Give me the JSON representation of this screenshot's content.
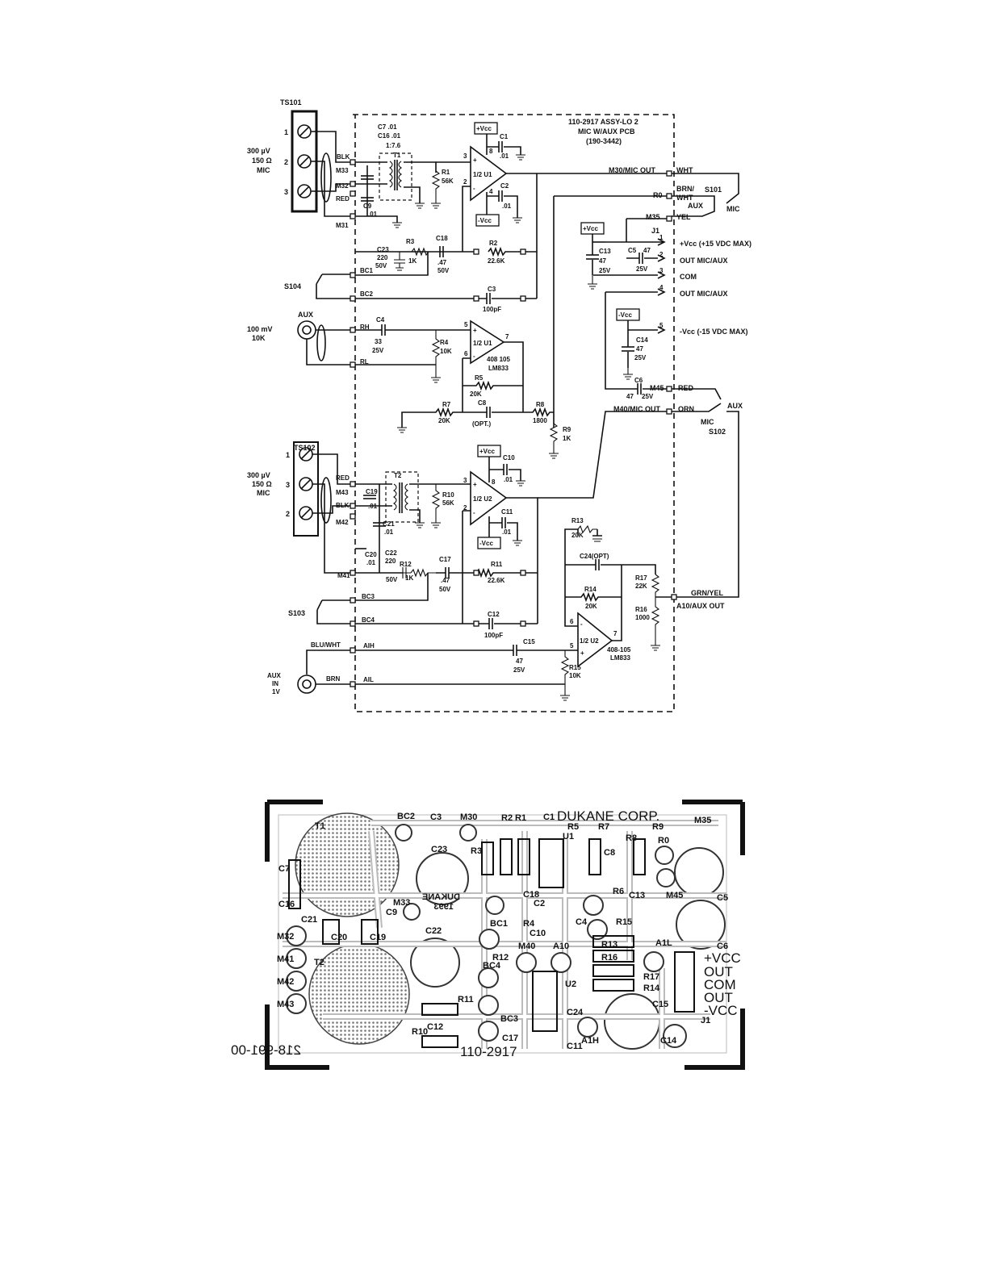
{
  "schematic": {
    "board_title": "110-2917 ASSY-LO 2",
    "board_subtitle": "MIC W/AUX PCB",
    "board_number": "(190-3442)",
    "ts101": {
      "name": "TS101",
      "pins": [
        "1",
        "2",
        "3"
      ],
      "level": "300 µV",
      "imp": "150 Ω",
      "type": "MIC"
    },
    "ts102": {
      "name": "TS102",
      "pins": [
        "1",
        "3",
        "2"
      ],
      "level": "300 µV",
      "imp": "150 Ω",
      "type": "MIC"
    },
    "aux_in": {
      "name": "AUX",
      "level": "100 mV",
      "imp": "10K"
    },
    "aux_in2": {
      "label1": "AUX",
      "label2": "IN",
      "label3": "1V"
    },
    "switches": {
      "s101": "S101",
      "s102": "S102",
      "s103": "S103",
      "s104": "S104",
      "aux": "AUX",
      "mic": "MIC"
    },
    "wires": {
      "blk": "BLK",
      "red": "RED",
      "wht": "WHT",
      "brn_wht": "BRN/",
      "brn_wht2": "WHT",
      "yel": "YEL",
      "red2": "RED",
      "orn": "ORN",
      "grn_yel": "GRN/YEL",
      "blu_wht": "BLU/WHT",
      "brn": "BRN"
    },
    "terminals": {
      "m33": "M33",
      "m32": "M32",
      "m31": "M31",
      "m43": "M43",
      "m42": "M42",
      "m41": "M41",
      "bc1": "BC1",
      "bc2": "BC2",
      "bc3": "BC3",
      "bc4": "BC4",
      "rh": "RH",
      "rl": "RL",
      "aih": "AIH",
      "ail": "AIL",
      "m30": "M30/MIC OUT",
      "r0": "R0",
      "m35": "M35",
      "m45": "M45",
      "m40": "M40/MIC OUT",
      "a10": "A10/AUX OUT"
    },
    "components": {
      "c7": "C7 .01",
      "c16": "C16 .01",
      "ratio": "1:7.6",
      "t1": "T1",
      "t2": "T2",
      "r1": "R1",
      "r1v": "56K",
      "c9": "C9",
      "c9v": ".01",
      "c1": "C1",
      "c1v": ".01",
      "c2": "C2",
      "c2v": ".01",
      "u1": "1/2 U1",
      "u1b": "1/2 U1",
      "u2": "1/2 U2",
      "u2b": "1/2 U2",
      "vcc_pos": "+Vcc",
      "vcc_neg": "-Vcc",
      "c23": "C23",
      "c23v": "220",
      "c23r": "50V",
      "r3": "R3",
      "r3v": "1K",
      "c18": "C18",
      "c18v": ".47",
      "c18r": "50V",
      "r2": "R2",
      "r2v": "22.6K",
      "c3": "C3",
      "c3v": "100pF",
      "c4": "C4",
      "c4v": "33",
      "c4r": "25V",
      "r4": "R4",
      "r4v": "10K",
      "op_part": "408 105",
      "op_type": "LM833",
      "r5": "R5",
      "r5v": "20K",
      "r7": "R7",
      "r7v": "20K",
      "c8": "C8",
      "c8v": "(OPT.)",
      "r8": "R8",
      "r8v": "1800",
      "r9": "R9",
      "r9v": "1K",
      "c13": "C13",
      "c13v": "47",
      "c13r": "25V",
      "c5": "C5",
      "c5v": "47",
      "c5r": "25V",
      "c14": "C14",
      "c14v": "47",
      "c14r": "25V",
      "c6": "C6",
      "c6v": "47",
      "c6r": "25V",
      "c19": "C19",
      "c19v": ".01",
      "r10": "R10",
      "r10v": "56K",
      "c10": "C10",
      "c10v": ".01",
      "c11": "C11",
      "c11v": ".01",
      "c21": "C21",
      "c21v": ".01",
      "c20": "C20",
      "c20v": ".01",
      "c22": "C22",
      "c22v": "220",
      "c22r": "50V",
      "r12": "R12",
      "r12v": "1K",
      "c17": "C17",
      "c17v": ".47",
      "c17r": "50V",
      "r11": "R11",
      "r11v": "22.6K",
      "c12": "C12",
      "c12v": "100pF",
      "r13": "R13",
      "r13v": "20K",
      "c24": "C24(OPT)",
      "r14": "R14",
      "r14v": "20K",
      "r17": "R17",
      "r17v": "22K",
      "r16": "R16",
      "r16v": "1000",
      "c15": "C15",
      "c15v": "47",
      "c15r": "25V",
      "r15": "R15",
      "r15v": "10K",
      "u2_part": "408-105",
      "u2_type": "LM833"
    },
    "connector": {
      "name": "J1",
      "pins": [
        {
          "num": "1",
          "label": "+Vcc (+15 VDC MAX)"
        },
        {
          "num": "2",
          "label": "OUT MIC/AUX"
        },
        {
          "num": "3",
          "label": "COM"
        },
        {
          "num": "4",
          "label": "OUT MIC/AUX"
        },
        {
          "num": "5",
          "label": "-Vcc (-15 VDC MAX)"
        }
      ]
    },
    "pin_numbers": {
      "p1": "1",
      "p2": "2",
      "p3": "3",
      "p4": "4",
      "p5": "5",
      "p6": "6",
      "p7": "7",
      "p8": "8"
    }
  },
  "pcb": {
    "company": "DUKANE CORP.",
    "part_number": "110-2917",
    "mirror_number": "218-991-00",
    "mirror_logo": "DUKANE",
    "mirror_year": "1993",
    "labels": [
      "T1",
      "T2",
      "C7",
      "C16",
      "C21",
      "C20",
      "C19",
      "M32",
      "M41",
      "M42",
      "M43",
      "M33",
      "C9",
      "BC2",
      "C3",
      "M30",
      "C23",
      "C22",
      "R3",
      "R2",
      "R1",
      "C1",
      "U1",
      "R5",
      "R7",
      "C8",
      "R8",
      "R9",
      "M35",
      "R0",
      "C5",
      "C6",
      "C18",
      "C2",
      "BC1",
      "R4",
      "M40",
      "C10",
      "A10",
      "C4",
      "R6",
      "C13",
      "M45",
      "R15",
      "R13",
      "R16",
      "A1L",
      "R12",
      "BC4",
      "R17",
      "R14",
      "U2",
      "C24",
      "C15",
      "R11",
      "C12",
      "R10",
      "BC3",
      "C17",
      "A1H",
      "C11",
      "C14",
      "J1"
    ],
    "j1_labels": [
      "+VCC",
      "OUT",
      "COM",
      "OUT",
      "-VCC"
    ]
  }
}
